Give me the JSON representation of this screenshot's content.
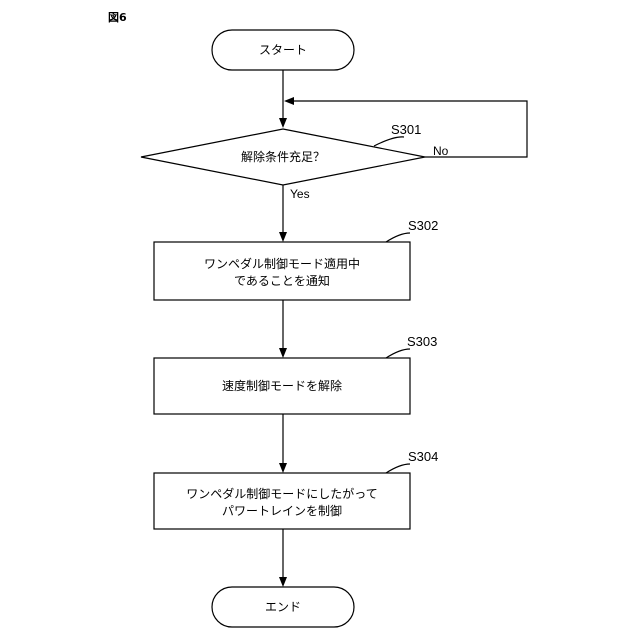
{
  "figure_label": "図6",
  "nodes": {
    "start": {
      "text": "スタート"
    },
    "decision": {
      "text": "解除条件充足？",
      "step": "S301",
      "yes_label": "Yes",
      "no_label": "No"
    },
    "s302": {
      "line1": "ワンペダル制御モード適用中",
      "line2": "であることを通知",
      "step": "S302"
    },
    "s303": {
      "text": "速度制御モードを解除",
      "step": "S303"
    },
    "s304": {
      "line1": "ワンペダル制御モードにしたがって",
      "line2": "パワートレインを制御",
      "step": "S304"
    },
    "end": {
      "text": "エンド"
    }
  }
}
